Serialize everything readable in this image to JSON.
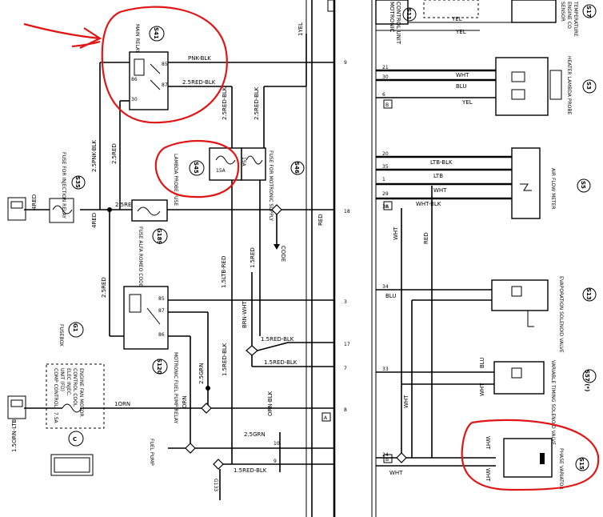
{
  "relays": {
    "main": {
      "name": "MAIN RELAY",
      "code": "S41"
    },
    "fuel_pump": {
      "name": "MOTRONIC FUEL PUMP RELAY",
      "code": "S120"
    }
  },
  "fuses": {
    "lambda_probe": {
      "name": "LAMBDA PROBE FUSE",
      "code": "S45",
      "rating": "15A"
    },
    "motronic_supply": {
      "name": "FUSE FOR MOTRONIC SUPPLY",
      "code": "S46",
      "rating": "15A"
    },
    "injection_relay": {
      "name": "FUSE FOR INJECTION RELAY",
      "code": "S35"
    },
    "alfa_romeo_code": {
      "name": "FUSE ALFA ROMEO CODE",
      "code": "G189"
    },
    "fusebox": {
      "name": "FUSEBOX",
      "code": "G1",
      "rating": "7.5A"
    }
  },
  "components": {
    "fuse_box_note": [
      "COMP CONTROL",
      "UNIT (FD)",
      "ELEC INJEC.",
      "CONTROL COOL",
      "ENGINE FAN MOTOR"
    ],
    "code_label": "CODE",
    "fuel_pump": "FUEL PUMP",
    "g133": "G133",
    "connector_c": "C",
    "motronic_unit": [
      "MOTRONIC",
      "CONTROL UNIT"
    ],
    "s11": "S11",
    "top_right_sensor": [
      "SENSOR",
      "ENGINE CO",
      "TEMPERATURE"
    ],
    "s17": "S17",
    "heater_lambda": {
      "name": "HEATER LAMBDA PROBE",
      "code": "S3"
    },
    "air_flow_meter": {
      "name": "AIR FLOW METER",
      "code": "S5"
    },
    "evap_valve": {
      "name": "EVAPORATION SOLENOID VALVE",
      "code": "S13"
    },
    "variable_timing": {
      "name": "VARIABLE TIMING SOLENOID VALVE",
      "code": "S57 (*)"
    },
    "phase_variator": {
      "name": "PHASE VARIATOR",
      "code": "S15"
    }
  },
  "wires": {
    "pnk_blk": "PNK-BLK",
    "red_blk_25": "2.5RED-BLK",
    "red_blk_25b": "2.5RED-BLK",
    "red_blk_25c": "2.5RED-BLK",
    "pnk_blk_25": "2.5PNK-BLK",
    "red_25": "2.5RED",
    "red_25b": "2.5RED",
    "red_25c": "2.5RED",
    "red_4": "4RED",
    "red_4b": "4RED",
    "red": "RED",
    "red_b": "RED",
    "ltb_red_15": "1.5LTB-RED",
    "red_15": "1.5RED",
    "brn_wht": "BRN-WHT",
    "red_blk_15": "1.5RED-BLK",
    "red_blk_15b": "1.5RED-BLK",
    "red_blk_15c": "1.5RED-BLK",
    "red_blk_15d": "1.5RED-BLK",
    "orn_blk": "ORN-BLK",
    "grn_25": "2.5GRN",
    "grn_25b": "2.5GRN",
    "orn": "ORN",
    "orn_1": "1ORN",
    "orn_ltb": "1.5ORN-LTB",
    "yel": "YEL",
    "yel_b": "YEL",
    "yel_1": "1YEL",
    "blu": "BLU",
    "blu_b": "BLU",
    "blu_c": "BLU",
    "ltb_blk": "LTB-BLK",
    "ltb": "LTB",
    "wht": "WHT",
    "wht_b": "WHT",
    "wht_c": "WHT",
    "wht_d": "WHT",
    "wht_e": "WHT",
    "wht_f": "WHT",
    "wht_blk": "WHT-BLK"
  },
  "pins": {
    "right_column": [
      "9",
      "18",
      "3",
      "17",
      "7",
      "8",
      "10",
      "9"
    ],
    "ecu_column": [
      "21",
      "30",
      "6",
      "20",
      "35",
      "1",
      "29",
      "30",
      "34",
      "33",
      "24"
    ],
    "connector_labels": [
      "B",
      "A",
      "A",
      "B"
    ]
  },
  "annotation_colors": {
    "marker": "#e01616"
  }
}
